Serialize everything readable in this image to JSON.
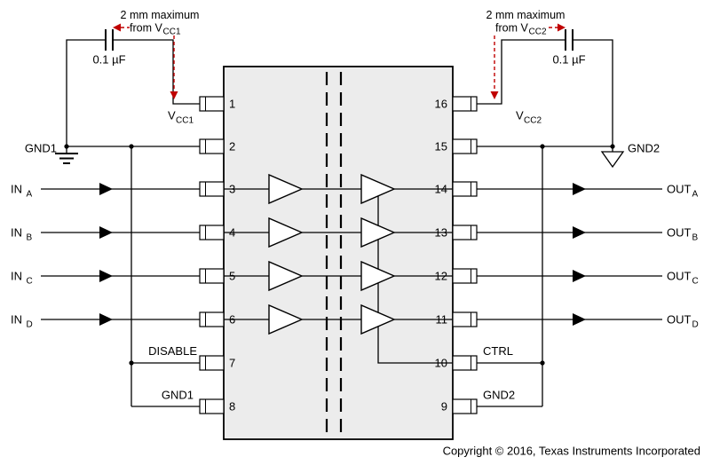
{
  "colors": {
    "annotation_red": "#c00000",
    "ic_body_fill": "#ececec"
  },
  "annotations": {
    "left": {
      "line1": "2 mm maximum",
      "line2_base": "from V",
      "line2_sub": "CC1"
    },
    "right": {
      "line1": "2 mm maximum",
      "line2_base": "from V",
      "line2_sub": "CC2"
    }
  },
  "capacitors": {
    "left_value": "0.1 µF",
    "right_value": "0.1 µF"
  },
  "ground_labels": {
    "left": "GND1",
    "right": "GND2"
  },
  "pins": {
    "left": [
      {
        "num": "1",
        "label_base": "V",
        "label_sub": "CC1"
      },
      {
        "num": "2"
      },
      {
        "num": "3"
      },
      {
        "num": "4"
      },
      {
        "num": "5"
      },
      {
        "num": "6"
      },
      {
        "num": "7",
        "label": "DISABLE"
      },
      {
        "num": "8",
        "label": "GND1"
      }
    ],
    "right": [
      {
        "num": "16",
        "label_base": "V",
        "label_sub": "CC2"
      },
      {
        "num": "15"
      },
      {
        "num": "14"
      },
      {
        "num": "13"
      },
      {
        "num": "12"
      },
      {
        "num": "11"
      },
      {
        "num": "10",
        "label": "CTRL"
      },
      {
        "num": "9",
        "label": "GND2"
      }
    ]
  },
  "inputs": [
    {
      "base": "IN",
      "sub": "A"
    },
    {
      "base": "IN",
      "sub": "B"
    },
    {
      "base": "IN",
      "sub": "C"
    },
    {
      "base": "IN",
      "sub": "D"
    }
  ],
  "outputs": [
    {
      "base": "OUT",
      "sub": "A"
    },
    {
      "base": "OUT",
      "sub": "B"
    },
    {
      "base": "OUT",
      "sub": "C"
    },
    {
      "base": "OUT",
      "sub": "D"
    }
  ],
  "footer": {
    "copyright": "Copyright © 2016, Texas Instruments Incorporated"
  }
}
